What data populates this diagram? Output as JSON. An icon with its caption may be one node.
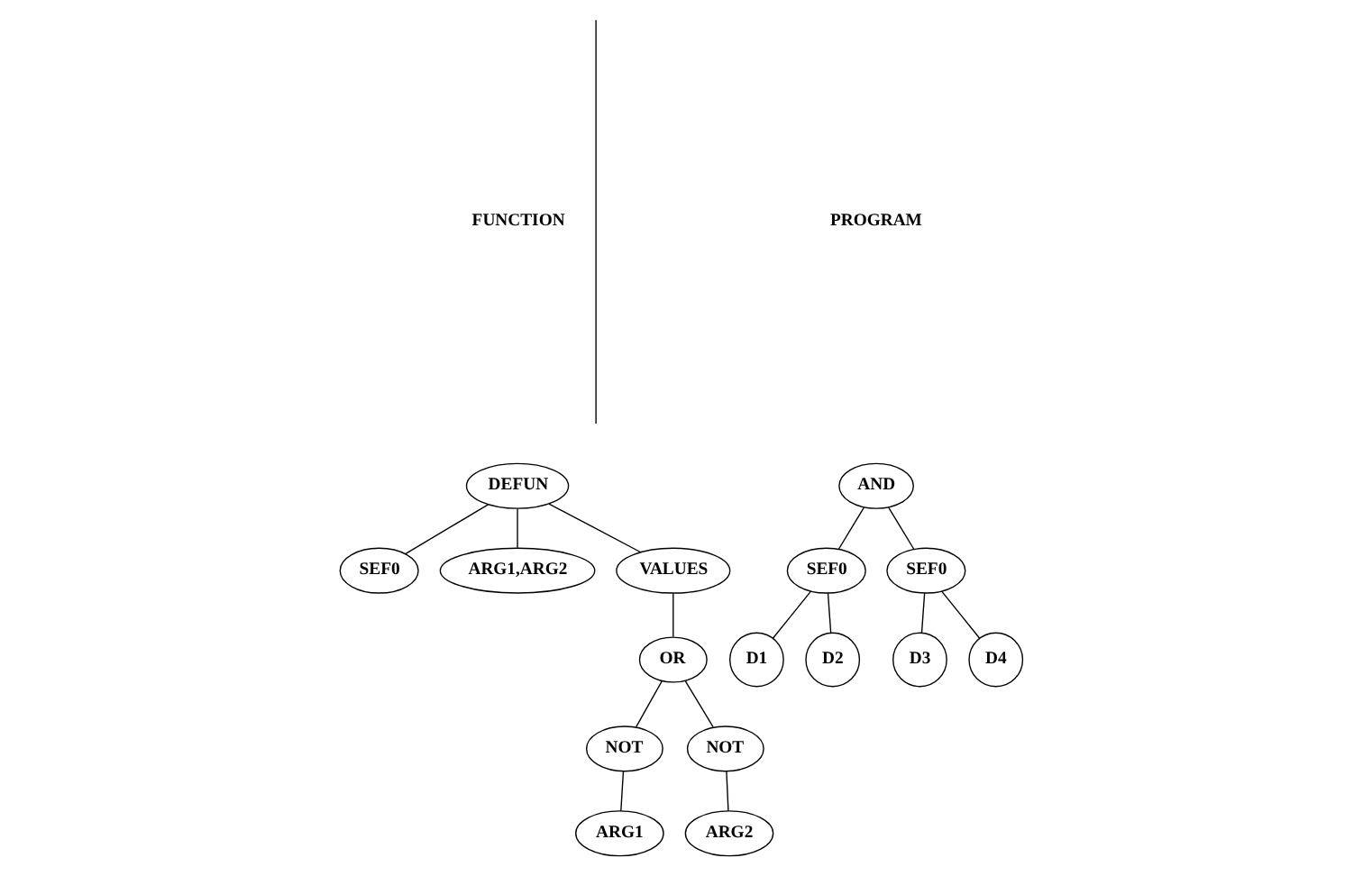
{
  "diagram": {
    "nodes": [
      {
        "text": [
          "DEFUN"
        ]
      },
      {
        "text": [
          "SEF0"
        ]
      },
      {
        "text": [
          "ARG1,ARG2"
        ]
      },
      {
        "text": [
          "VALUES"
        ]
      },
      {
        "text": [
          "OR"
        ]
      },
      {
        "text": [
          "NOT"
        ]
      },
      {
        "text": [
          "NOT"
        ]
      },
      {
        "text": [
          "ARG1"
        ]
      },
      {
        "text": [
          "ARG2"
        ]
      },
      {
        "text": [
          "AND"
        ]
      },
      {
        "text": [
          "SEF0"
        ]
      },
      {
        "text": [
          "SEF0"
        ]
      },
      {
        "text": [
          "D1"
        ]
      },
      {
        "text": [
          "D2"
        ]
      },
      {
        "text": [
          "D3"
        ]
      },
      {
        "text": [
          "D4"
        ]
      }
    ],
    "edges": [
      {
        "from": 0,
        "to": 1,
        "arrow": "none"
      },
      {
        "from": 0,
        "to": 2,
        "arrow": "none"
      },
      {
        "from": 0,
        "to": 3,
        "arrow": "none"
      },
      {
        "from": 3,
        "to": 4,
        "arrow": "none"
      },
      {
        "from": 4,
        "to": 5,
        "arrow": "none"
      },
      {
        "from": 4,
        "to": 6,
        "arrow": "none"
      },
      {
        "from": 5,
        "to": 7,
        "arrow": "none"
      },
      {
        "from": 6,
        "to": 8,
        "arrow": "none"
      },
      {
        "from": 9,
        "to": 10,
        "arrow": "none"
      },
      {
        "from": 9,
        "to": 11,
        "arrow": "none"
      },
      {
        "from": 10,
        "to": 12,
        "arrow": "none"
      },
      {
        "from": 10,
        "to": 13,
        "arrow": "none"
      },
      {
        "from": 11,
        "to": 14,
        "arrow": "none"
      },
      {
        "from": 11,
        "to": 15,
        "arrow": "none"
      }
    ],
    "labels": [
      "FUNCTION",
      "PROGRAM"
    ]
  }
}
